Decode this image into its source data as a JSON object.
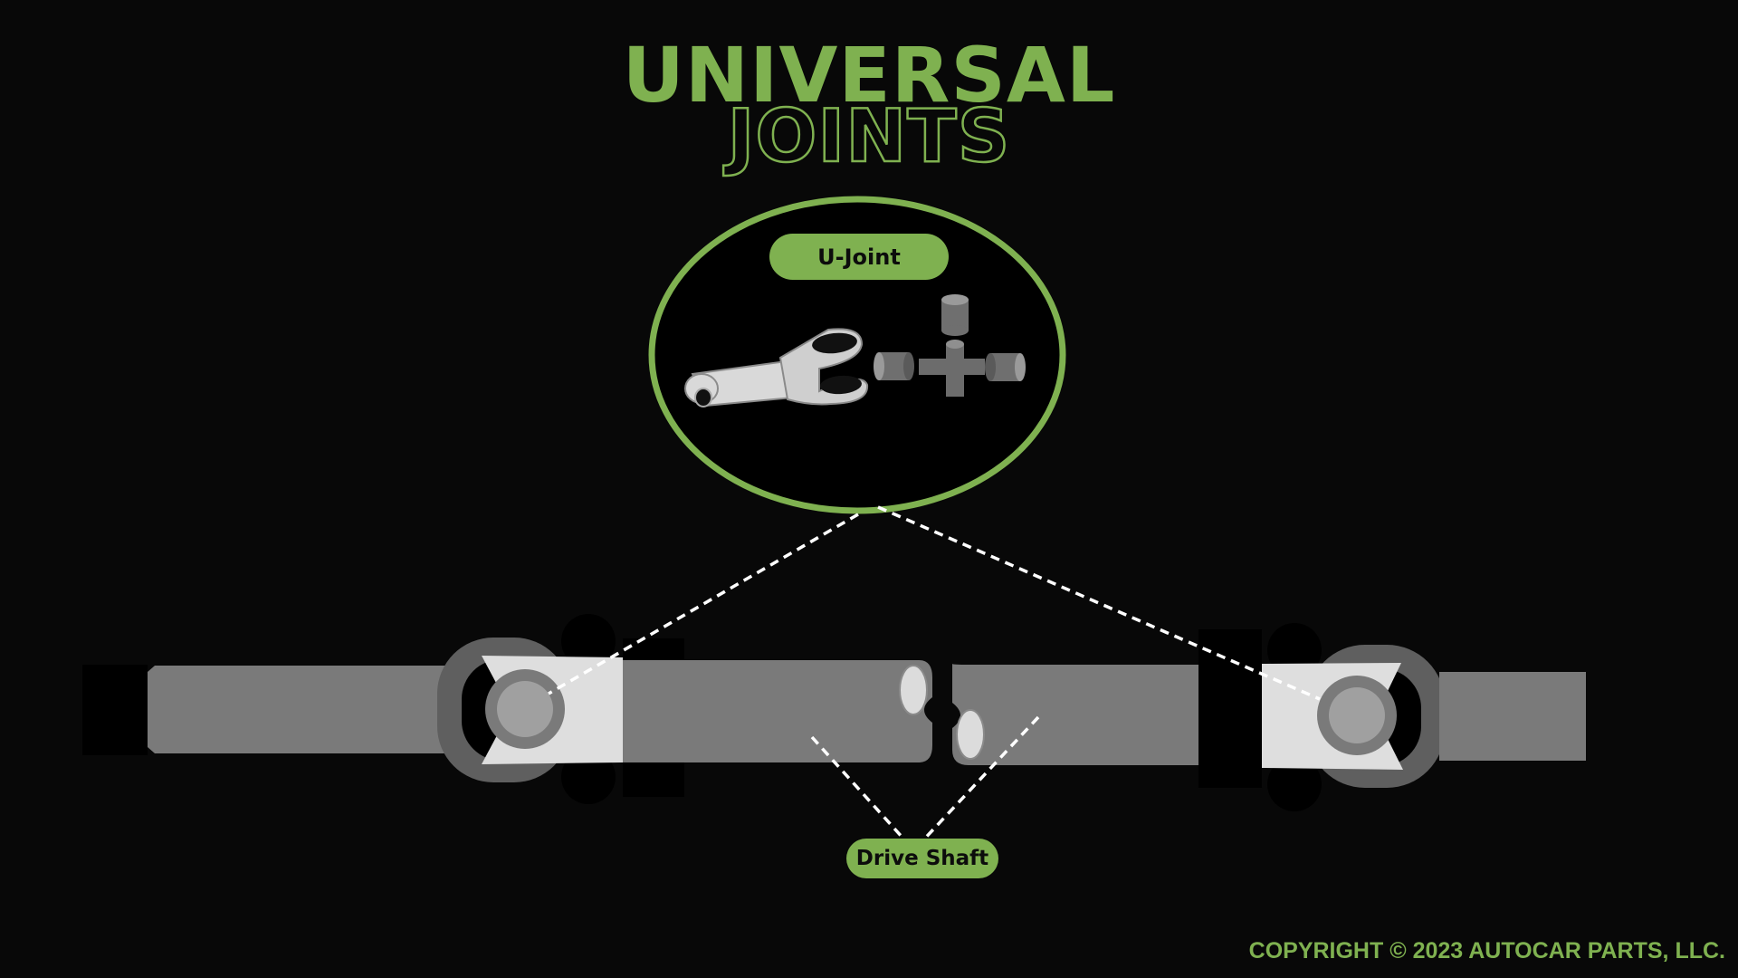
{
  "title": {
    "line1": "UNIVERSAL",
    "line2": "JOINTS"
  },
  "labels": {
    "u_joint": "U-Joint",
    "drive_shaft": "Drive Shaft"
  },
  "footer": {
    "copyright": "COPYRIGHT © 2023 AUTOCAR PARTS, LLC."
  },
  "colors": {
    "background": "#080808",
    "accent_green": "#7fb150",
    "shaft_gray": "#7a7a7a",
    "yoke_dark_gray": "#5e5e5e",
    "highlight_light_gray": "#dcdcdc"
  }
}
